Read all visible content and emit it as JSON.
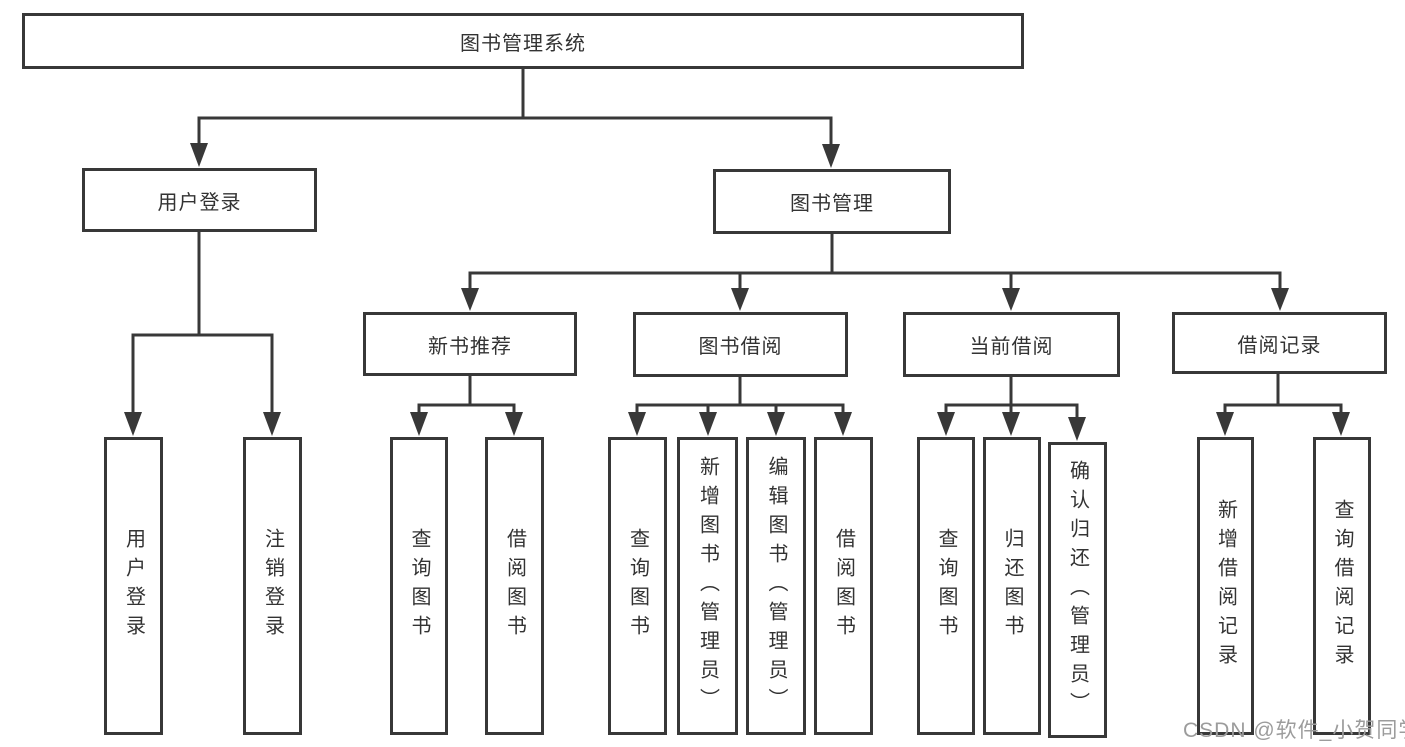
{
  "tree": {
    "root": {
      "label": "图书管理系统"
    },
    "branches": [
      {
        "label": "用户登录",
        "children": [
          {
            "label": "用户登录"
          },
          {
            "label": "注销登录"
          }
        ]
      },
      {
        "label": "图书管理",
        "children": [
          {
            "label": "新书推荐",
            "children": [
              {
                "label": "查询图书"
              },
              {
                "label": "借阅图书"
              }
            ]
          },
          {
            "label": "图书借阅",
            "children": [
              {
                "label": "查询图书"
              },
              {
                "label": "新增图书（管理员）"
              },
              {
                "label": "编辑图书（管理员）"
              },
              {
                "label": "借阅图书"
              }
            ]
          },
          {
            "label": "当前借阅",
            "children": [
              {
                "label": "查询图书"
              },
              {
                "label": "归还图书"
              },
              {
                "label": "确认归还（管理员）"
              }
            ]
          },
          {
            "label": "借阅记录",
            "children": [
              {
                "label": "新增借阅记录"
              },
              {
                "label": "查询借阅记录"
              }
            ]
          }
        ]
      }
    ]
  },
  "watermark": {
    "text": "CSDN @软件_小贺同学"
  },
  "colors": {
    "line": "#383838",
    "text": "#333333",
    "watermark": "#9c9c9c",
    "background": "#ffffff"
  }
}
